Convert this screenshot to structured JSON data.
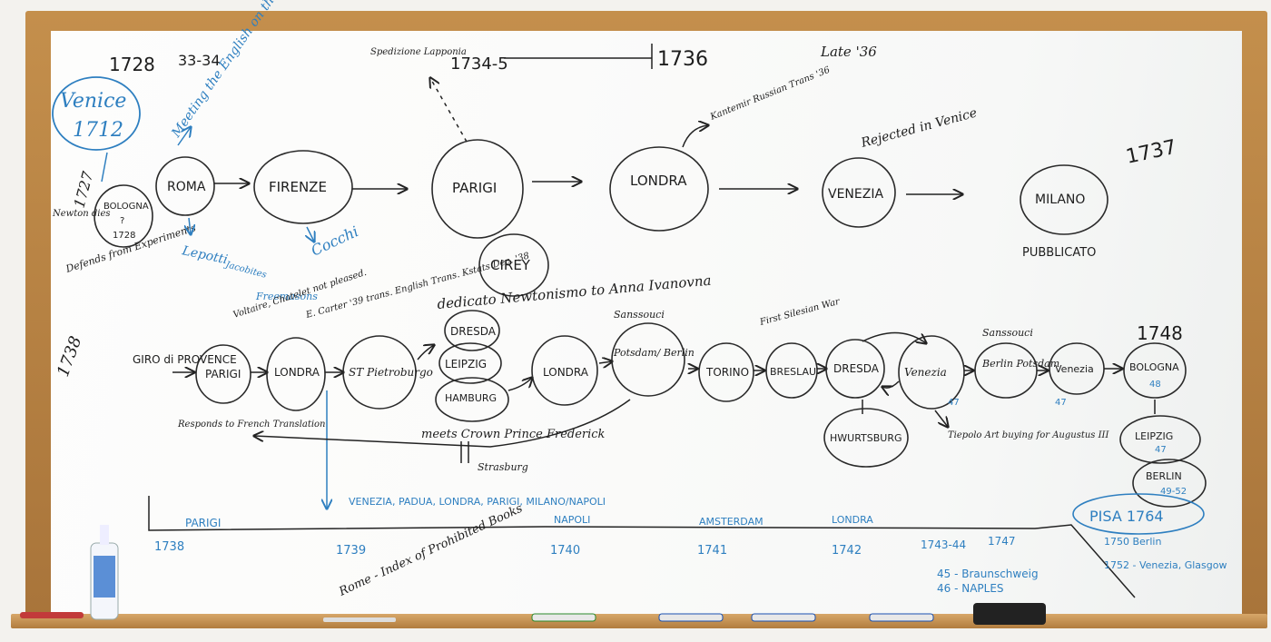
{
  "colors": {
    "ink": "#1d1d1d",
    "blue_marker": "#2e7fc0",
    "red_marker": "#c23a3a",
    "frame_wood": "#b8813f"
  },
  "top_row": {
    "year_1728": "1728",
    "year_33_34": "33-34",
    "year_1734_5": "1734-5",
    "year_1736": "1736",
    "late_36": "Late '36",
    "year_1737": "1737",
    "venice_label": "Venice",
    "venice_year": "1712",
    "year_1727": "1727",
    "bologna_node": "BOLOGNA",
    "bologna_q": "?",
    "bologna_year": "1728",
    "nodes": {
      "roma": "ROMA",
      "firenze": "FIRENZE",
      "parigi": "PARIGI",
      "londra": "LONDRA",
      "venezia": "VENEZIA",
      "milano": "MILANO",
      "cirey": "CIREY"
    },
    "pubblicato": "PUBBLICATO",
    "meeting_english": "Meeting the English on the Grand Tour",
    "spedizione": "Spedizione Lapponia",
    "kantemir": "Kantemir Russian Trans '36",
    "rejected": "Rejected in Venice",
    "lepotti": "Lepotti",
    "jacobites": "Jacobites",
    "freemasons": "Freemasons",
    "cocchi": "Cocchi",
    "newton_dob": "Newton dies",
    "defends": "Defends from Experiments"
  },
  "middle_row": {
    "year_1738": "1738",
    "giro_provence": "GIRO di PROVENCE",
    "voltaire_note": "Voltaire, Chatelet not pleased.",
    "carter_note": "E. Carter '39 trans. English Trans. Kstats Dec. '38",
    "dedicated_note": "dedicato Newtonismo to Anna Ivanovna",
    "sanssouci_1": "Sanssouci",
    "sanssouci_2": "Sanssouci",
    "first_silesian": "First Silesian War",
    "year_1748": "1748",
    "nodes": {
      "parigi": "PARIGI",
      "londra": "LONDRA",
      "st_pietroburgo": "ST Pietroburgo",
      "dresda1": "DRESDA",
      "leipzig1": "LEIPZIG",
      "hamburg": "HAMBURG",
      "londra2": "LONDRA",
      "potsdam": "Potsdam/ Berlin",
      "torino": "TORINO",
      "breslau": "BRESLAU",
      "dresda2": "DRESDA",
      "venezia": "Venezia",
      "berlin_potsdam": "Berlin Potsdam",
      "venezia2": "Venezia",
      "bologna": "BOLOGNA",
      "wurtsburg": "HWURTSBURG",
      "leipzig2": "LEIPZIG",
      "berlin": "BERLIN"
    },
    "bologna_sub": "48",
    "leipzig_sub": "47",
    "berlin_sub": "49-52",
    "n47a": "47",
    "n47b": "47",
    "responds": "Responds to French Translation",
    "meets_crown": "meets Crown Prince Frederick",
    "strasbourg": "Strasburg",
    "tiepolo": "Tiepolo Art buying for Augustus III"
  },
  "timeline": {
    "parigi": "PARIGI",
    "venezia_group": "VENEZIA, PADUA, LONDRA, PARIGI, MILANO/NAPOLI",
    "napoli": "NAPOLI",
    "amsterdam": "AMSTERDAM",
    "londra": "LONDRA",
    "y1738": "1738",
    "y1739": "1739",
    "y1740": "1740",
    "y1741": "1741",
    "y1742": "1742",
    "y1743": "1743-44",
    "y1747": "1747",
    "braunschweig": "45 - Braunschweig",
    "naples": "46 - NAPLES",
    "pisa": "PISA 1764",
    "berlin_1750": "1750 Berlin",
    "venezia_1752": "1752 - Venezia, Glasgow",
    "rome_index": "Rome - Index of Prohibited Books"
  }
}
